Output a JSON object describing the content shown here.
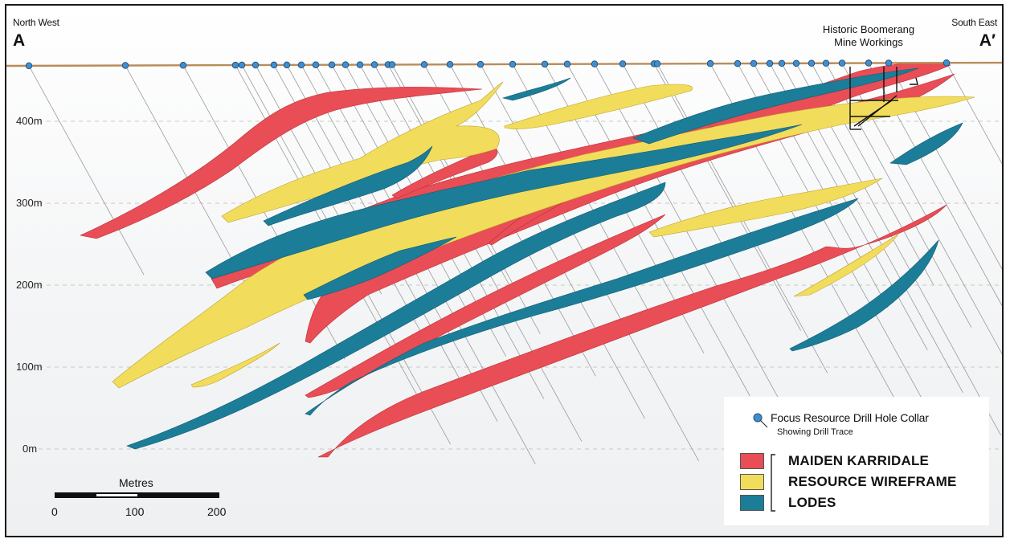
{
  "section": {
    "start_label": "A",
    "end_label": "A′",
    "start_direction": "North West",
    "end_direction": "South East"
  },
  "annotation": {
    "line1": "Historic Boomerang",
    "line2": "Mine Workings"
  },
  "elevation_labels": [
    "400m",
    "300m",
    "200m",
    "100m",
    "0m"
  ],
  "scale_bar": {
    "title": "Metres",
    "ticks": [
      "0",
      "100",
      "200"
    ]
  },
  "legend": {
    "collar_title": "Focus Resource Drill Hole Collar",
    "collar_subtitle": "Showing Drill Trace",
    "items": [
      {
        "label": "MAIDEN KARRIDALE",
        "color": "#e94d55"
      },
      {
        "label": "RESOURCE WIREFRAME",
        "color": "#f2dc5c"
      },
      {
        "label": "LODES",
        "color": "#1c7d99"
      }
    ]
  },
  "colors": {
    "red": "#e94d55",
    "yellow": "#f2dc5c",
    "blue": "#1c7d99",
    "collar": "#3f8fd0",
    "surface": "#b98c5a"
  }
}
